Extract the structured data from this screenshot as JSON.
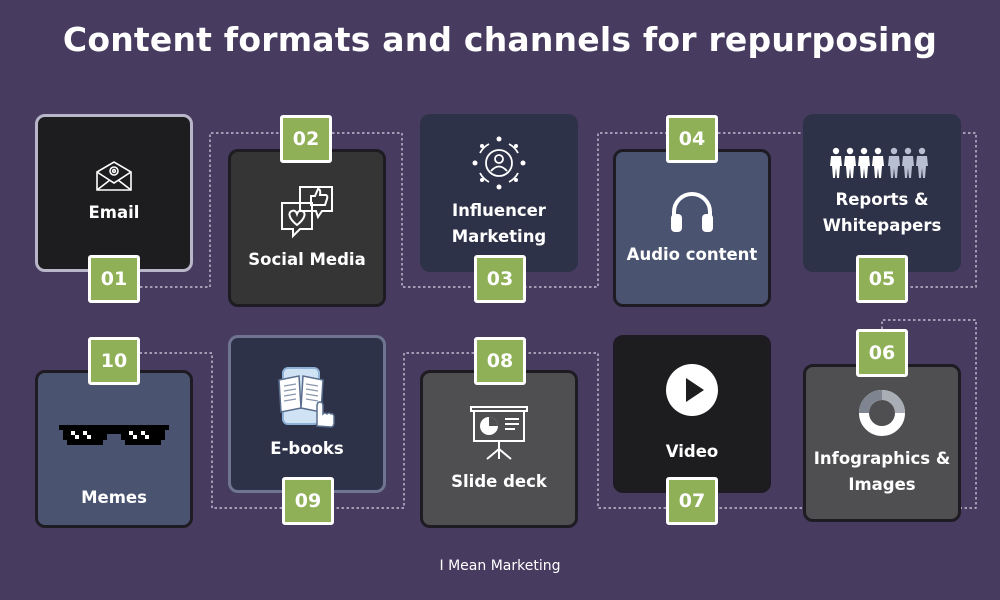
{
  "title": "Content formats and channels for repurposing",
  "footer": "I Mean Marketing",
  "colors": {
    "background": "#473c5f",
    "badge": "#8fb056",
    "card_black": "#1d1d1f",
    "card_charcoal": "#353536",
    "card_navy": "#2e3248",
    "card_slate": "#4a5370",
    "card_gray": "#4f4f51"
  },
  "cards": [
    {
      "id": "email",
      "number": "01",
      "label": "Email",
      "icon": "envelope-icon"
    },
    {
      "id": "social-media",
      "number": "02",
      "label": "Social Media",
      "icon": "chat-bubbles-icon"
    },
    {
      "id": "influencer-marketing",
      "number": "03",
      "label": "Influencer\nMarketing",
      "icon": "influencer-icon"
    },
    {
      "id": "audio-content",
      "number": "04",
      "label": "Audio content",
      "icon": "headphones-icon"
    },
    {
      "id": "reports-whitepapers",
      "number": "05",
      "label": "Reports &\nWhitepapers",
      "icon": "people-row-icon"
    },
    {
      "id": "infographics-images",
      "number": "06",
      "label": "Infographics &\nImages",
      "icon": "donut-chart-icon"
    },
    {
      "id": "video",
      "number": "07",
      "label": "Video",
      "icon": "play-icon"
    },
    {
      "id": "slide-deck",
      "number": "08",
      "label": "Slide deck",
      "icon": "presentation-board-icon"
    },
    {
      "id": "e-books",
      "number": "09",
      "label": "E-books",
      "icon": "ebook-tablet-icon"
    },
    {
      "id": "memes",
      "number": "10",
      "label": "Memes",
      "icon": "pixel-sunglasses-icon"
    }
  ]
}
